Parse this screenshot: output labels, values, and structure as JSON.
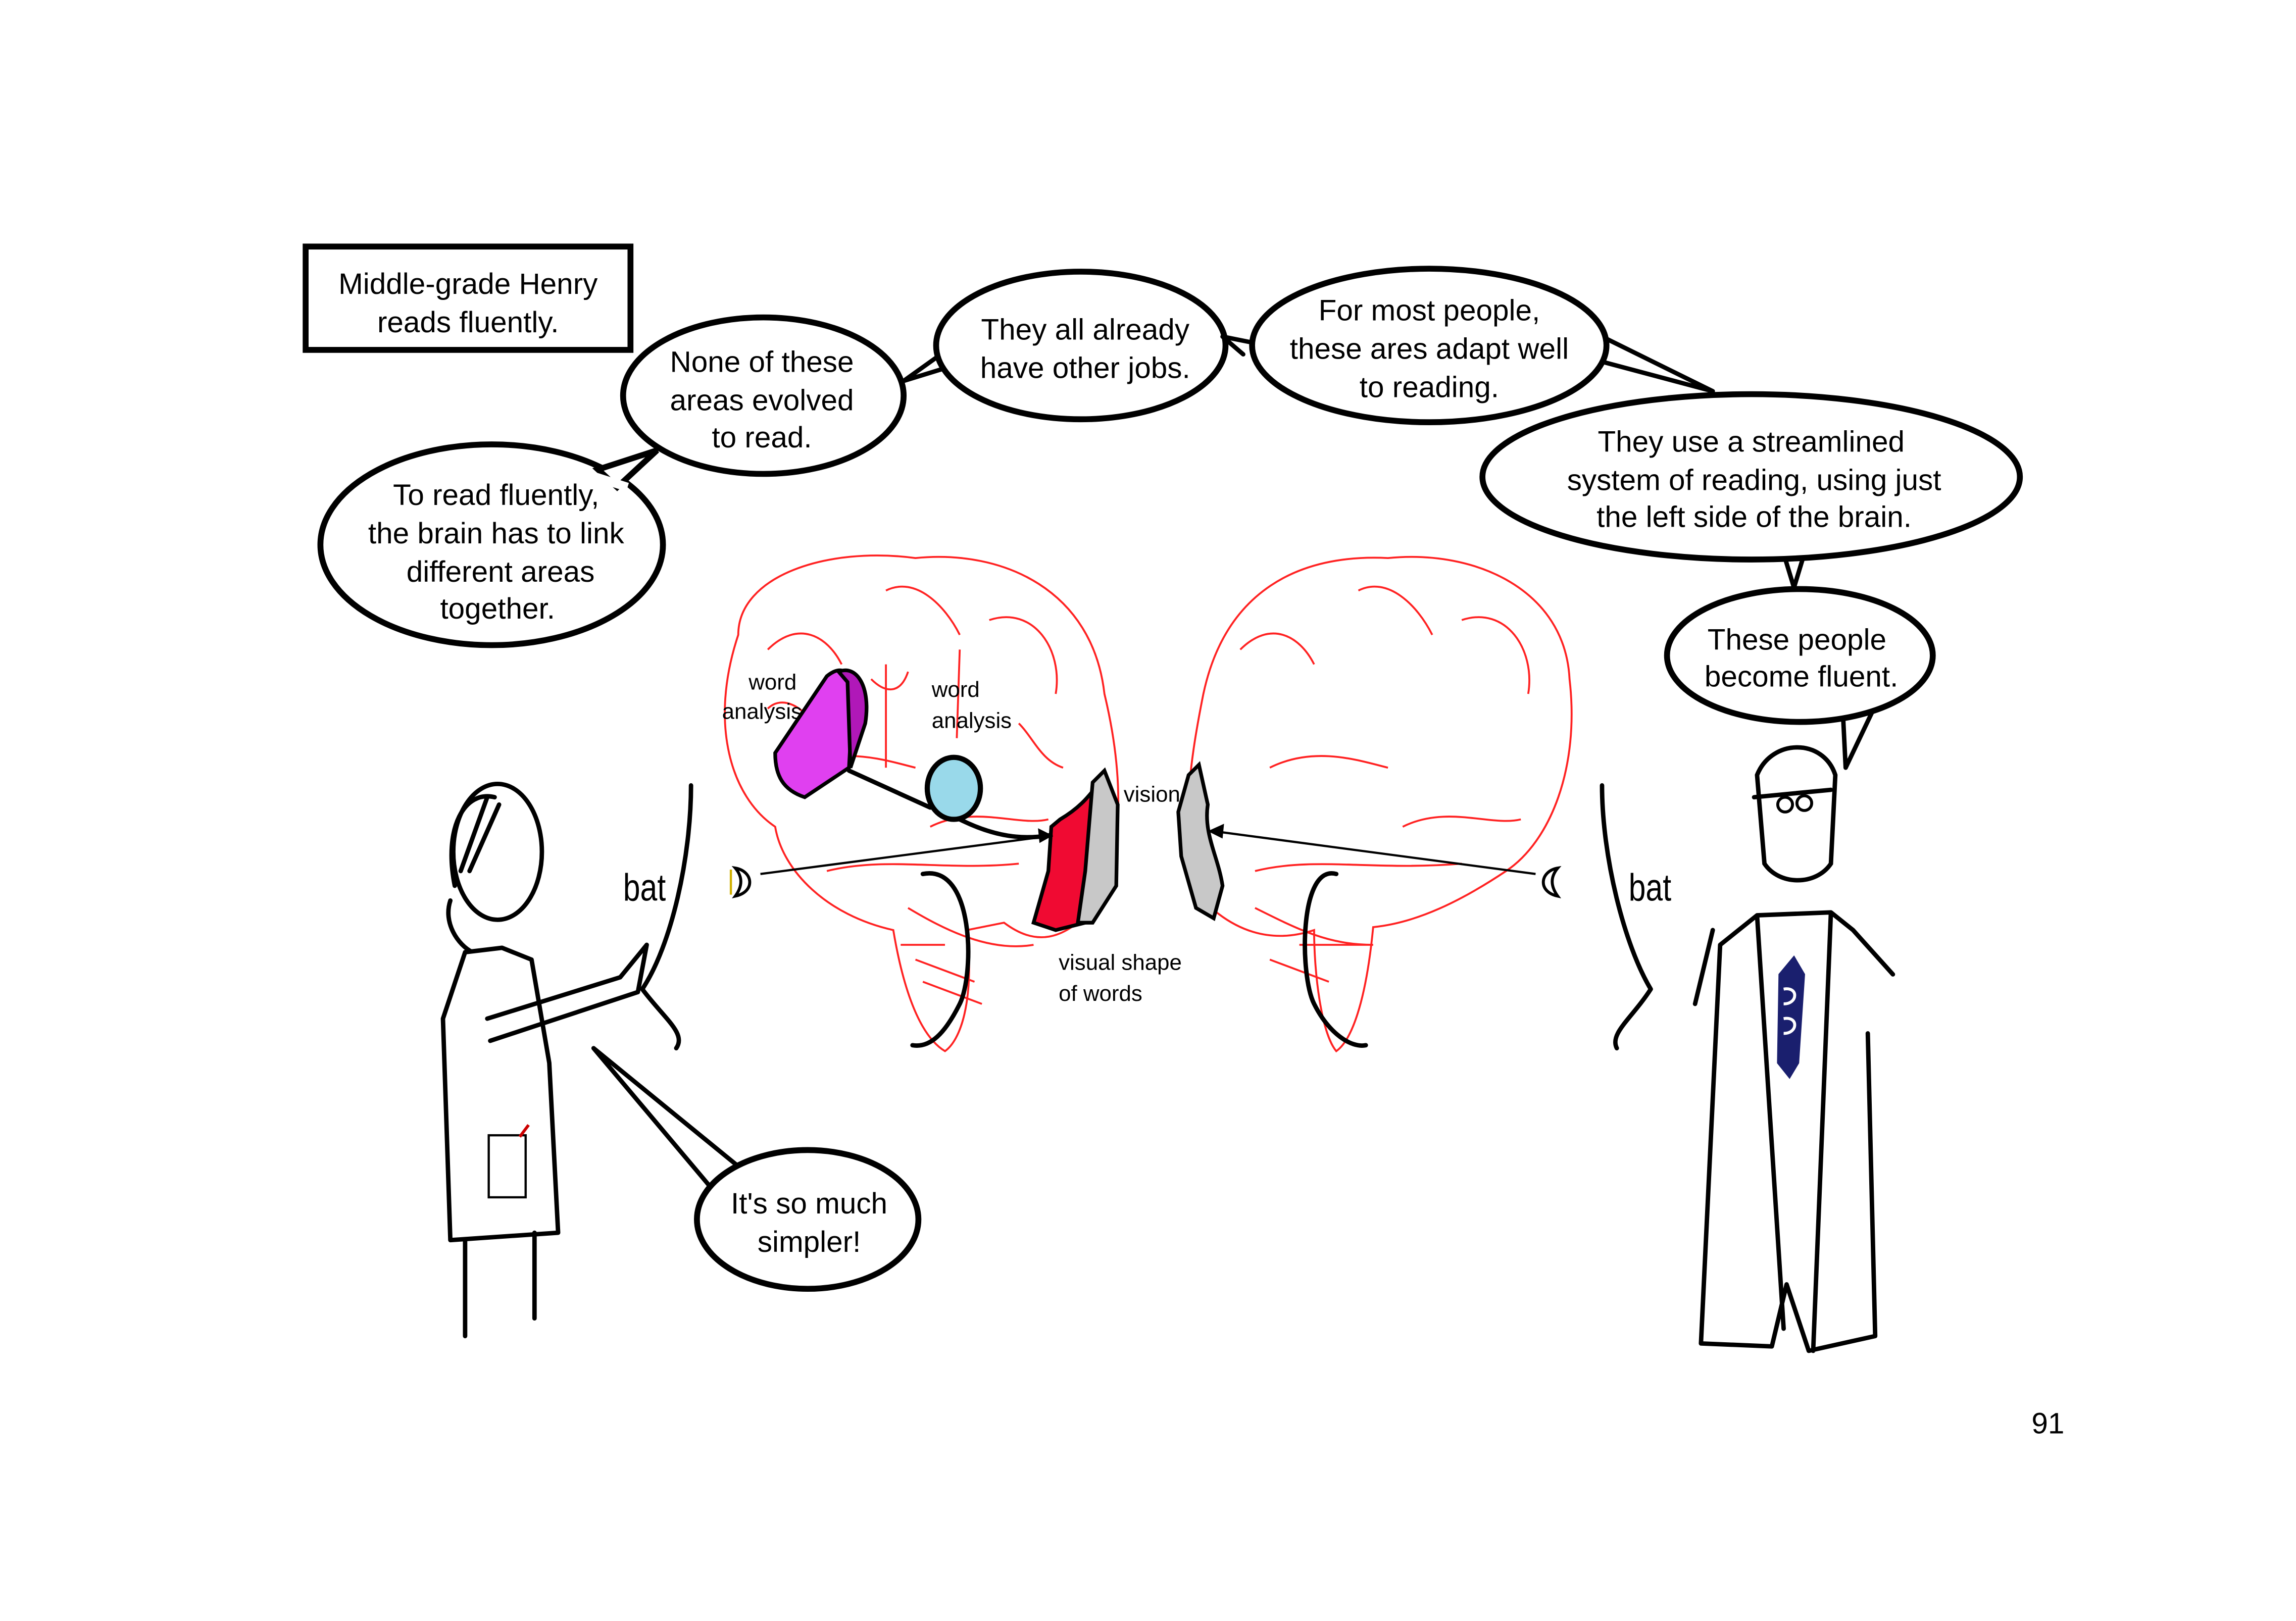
{
  "caption_box": [
    "Middle-grade Henry",
    "reads fluently."
  ],
  "bubbles": {
    "none_evolved": [
      "None of these",
      "areas evolved",
      "to read."
    ],
    "read_fluently": [
      "To read fluently,",
      "the brain has to link",
      "different areas",
      "together."
    ],
    "other_jobs": [
      "They all already",
      "have other jobs."
    ],
    "most_people": [
      "For most people,",
      "these ares adapt well",
      "to reading."
    ],
    "streamlined": [
      "They use a streamlined",
      "system of reading, using just",
      "the left side of the brain."
    ],
    "become_fluent": [
      "These people",
      "become fluent."
    ],
    "simpler": [
      "It's so much",
      "simpler!"
    ]
  },
  "brain_labels": {
    "word_analysis_1": [
      "word",
      "analysis"
    ],
    "word_analysis_2": [
      "word",
      "analysis"
    ],
    "vision": "vision",
    "visual_shape": [
      "visual shape",
      "of words"
    ]
  },
  "bat_left": "bat",
  "bat_right": "bat",
  "page_number": "91",
  "colors": {
    "brain_outline": "#ff2222",
    "word_area_pink": "#e040f0",
    "word_area_blue": "#99d9ea",
    "visual_red": "#f00a32",
    "vision_gray": "#c8c8c8",
    "tie_navy": "#1a1f6e"
  }
}
